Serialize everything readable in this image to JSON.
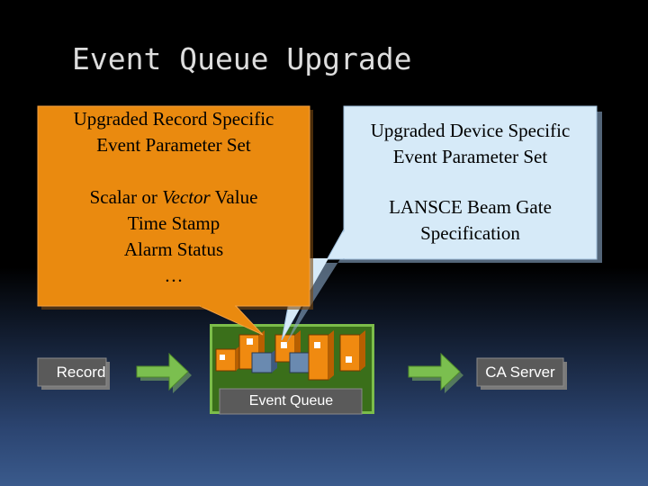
{
  "slide": {
    "title": "Event Queue Upgrade"
  },
  "record_box": {
    "heading": [
      "Upgraded Record Specific",
      "Event Parameter Set"
    ],
    "items": [
      "Scalar or ",
      "Vector",
      " Value",
      "Time Stamp",
      "Alarm Status",
      "…"
    ]
  },
  "device_box": {
    "heading": [
      "Upgraded Device Specific",
      "Event Parameter Set"
    ],
    "items": [
      "LANSCE Beam Gate",
      "Specification"
    ]
  },
  "flow": {
    "source": "Record",
    "queue": "Event Queue",
    "sink": "CA Server"
  },
  "colors": {
    "record_box": "#ea8a0f",
    "device_box": "#d6eaf8",
    "queue_box": "#3a6f1a",
    "label_box": "#5a5a5a",
    "background": "#000000"
  }
}
